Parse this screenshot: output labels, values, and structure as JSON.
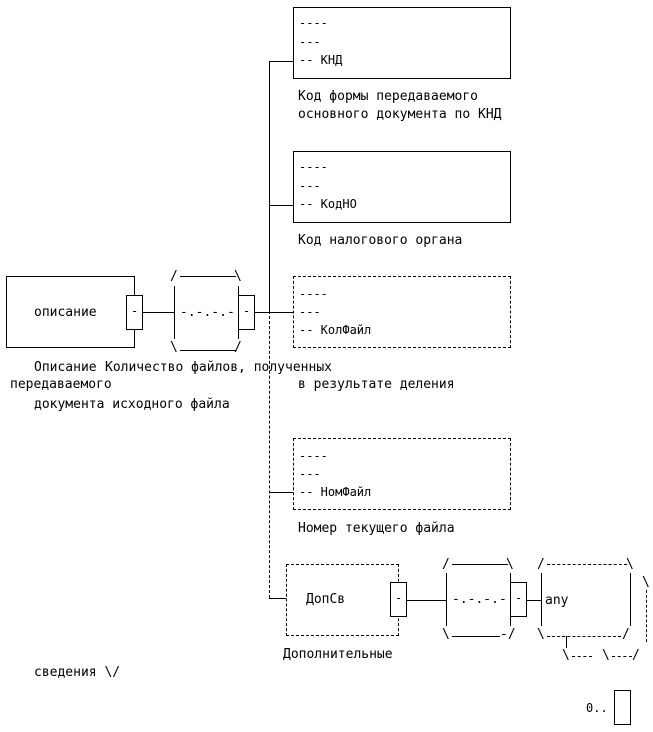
{
  "root": {
    "label": "описание",
    "description_lines": [
      "Описание",
      "передаваемого",
      "документа исходного файла"
    ]
  },
  "sequence": {
    "symbol": "-.-.-.-",
    "connector": "-"
  },
  "elements": [
    {
      "name": "КНД",
      "prefix_lines": [
        "----",
        "---",
        "-- КНД"
      ],
      "description_lines": [
        "Код формы передаваемого",
        "основного документа по КНД"
      ],
      "optional": false
    },
    {
      "name": "КодНО",
      "prefix_lines": [
        "----",
        "---",
        "-- КодНО"
      ],
      "description_lines": [
        "Код налогового органа"
      ],
      "optional": false
    },
    {
      "name": "КолФайл",
      "prefix_lines": [
        "----",
        "---",
        "-- КолФайл"
      ],
      "description_lines": [
        "Количество файлов, полученных",
        "в результате деления"
      ],
      "optional": true
    },
    {
      "name": "НомФайл",
      "prefix_lines": [
        "----",
        "---",
        "-- НомФайл"
      ],
      "description_lines": [
        "Номер текущего файла"
      ],
      "optional": true
    },
    {
      "name": "ДопСв",
      "label": "ДопСв",
      "description_lines": [
        "Дополнительные",
        "сведения \\/"
      ],
      "optional": true
    }
  ],
  "any_element": {
    "label": "any",
    "cardinality": "0.."
  }
}
